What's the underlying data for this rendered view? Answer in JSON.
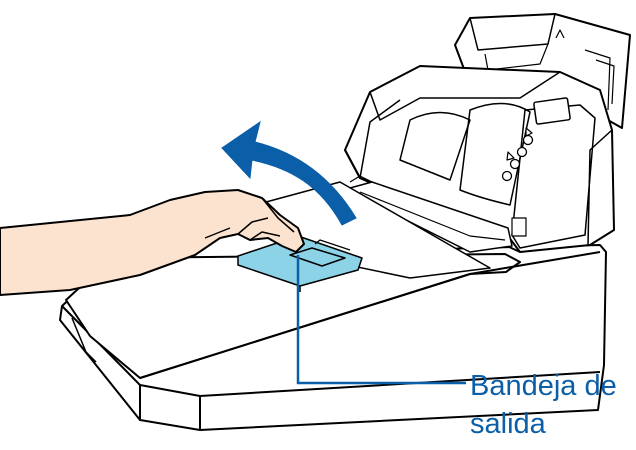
{
  "callout": {
    "label_line_1": "Bandeja de",
    "label_line_2": "salida"
  },
  "colors": {
    "callout_line": "#0a5fa8",
    "arrow": "#0a5fa8",
    "output_tray": "#8dd3e8",
    "outline": "#000000",
    "skin": "#fce3cf"
  },
  "icons": [
    "scanner-device",
    "hand",
    "lift-arrow",
    "output-tray"
  ]
}
